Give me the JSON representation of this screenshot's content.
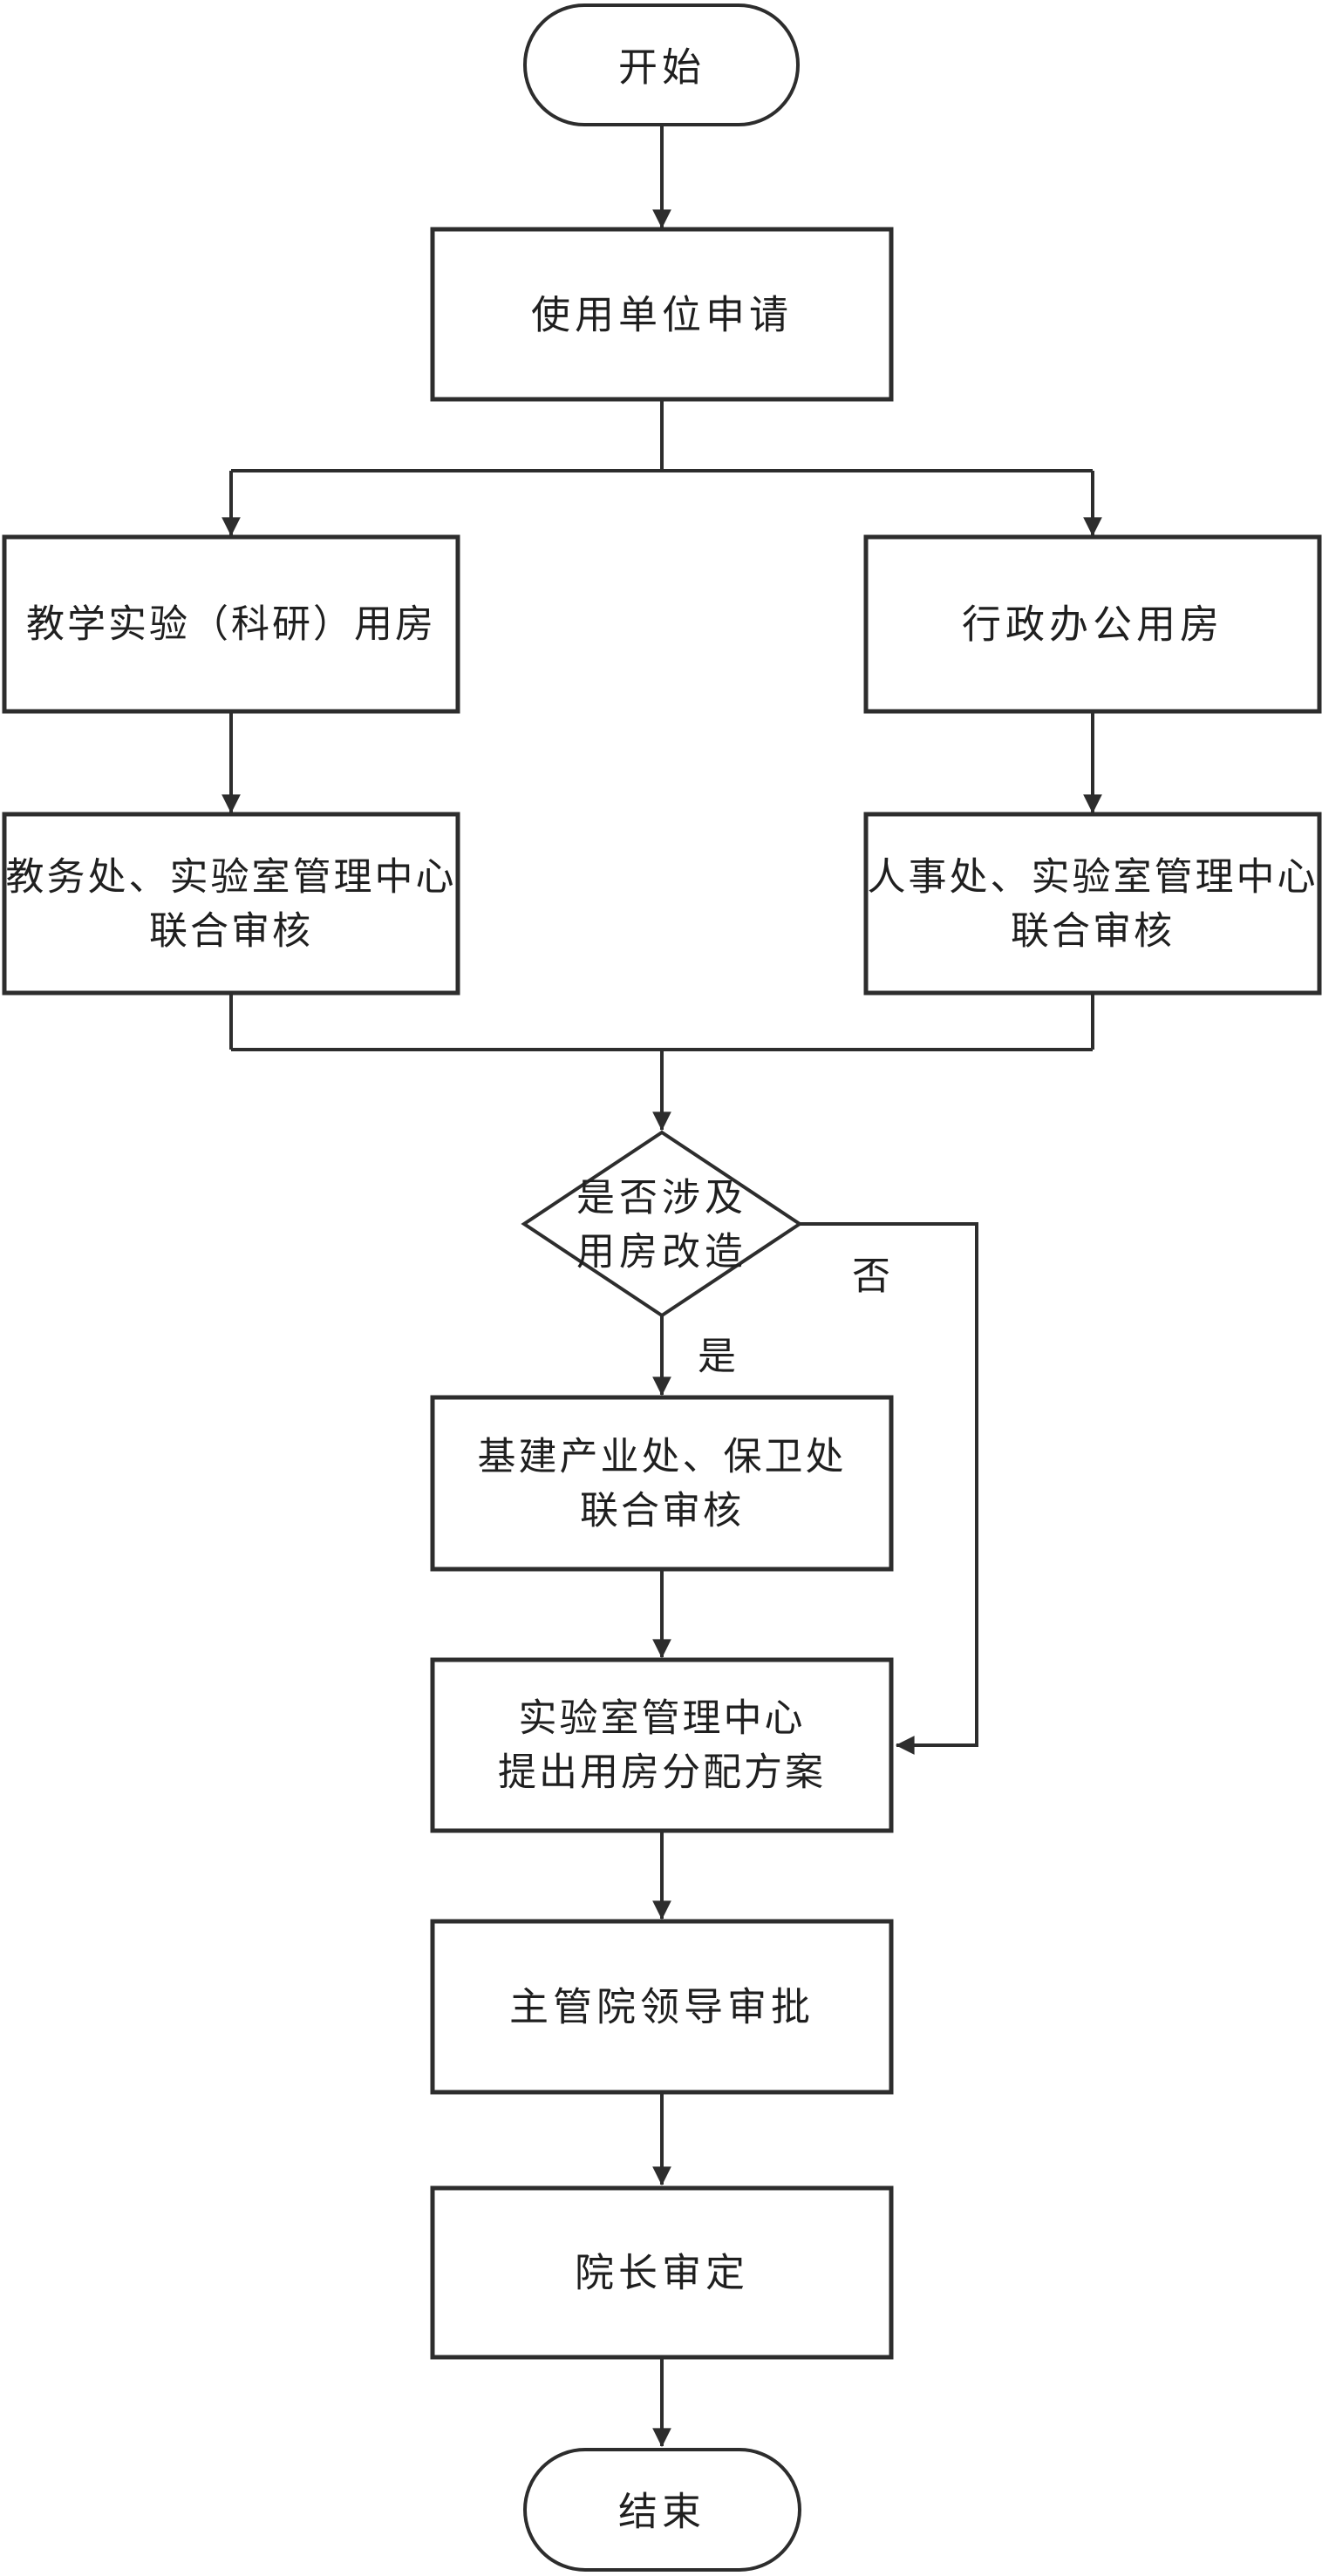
{
  "diagram": {
    "background_color": "#ffffff",
    "line_color": "#2d2d2d",
    "text_color": "#1f1f1f",
    "nodes": {
      "start": {
        "label": "开始"
      },
      "apply": {
        "label": "使用单位申请"
      },
      "teaching_room": {
        "label": "教学实验（科研）用房"
      },
      "admin_room": {
        "label": "行政办公用房"
      },
      "teaching_review": {
        "line1": "教务处、实验室管理中心",
        "line2": "联合审核"
      },
      "admin_review": {
        "line1": "人事处、实验室管理中心",
        "line2": "联合审核"
      },
      "renovation_decision": {
        "line1": "是否涉及",
        "line2": "用房改造"
      },
      "construction_review": {
        "line1": "基建产业处、保卫处",
        "line2": "联合审核"
      },
      "allocation_plan": {
        "line1": "实验室管理中心",
        "line2": "提出用房分配方案"
      },
      "leader_approval": {
        "label": "主管院领导审批"
      },
      "dean_decision": {
        "label": "院长审定"
      },
      "end": {
        "label": "结束"
      }
    },
    "edge_labels": {
      "no": "否",
      "yes": "是"
    }
  }
}
